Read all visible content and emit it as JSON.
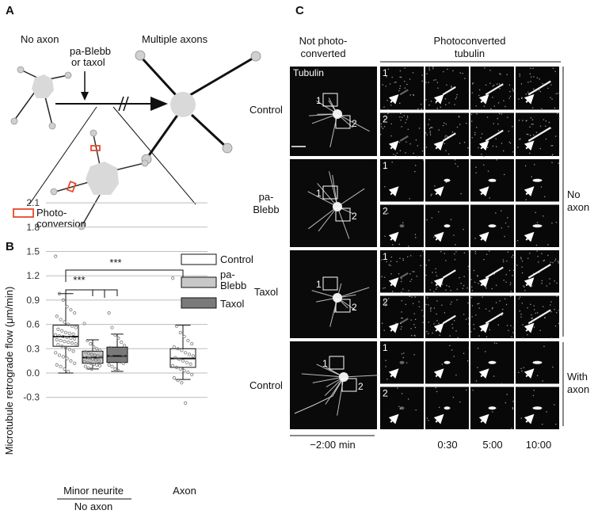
{
  "panel_a": {
    "letter": "A",
    "no_axon": "No axon",
    "multiple_axons": "Multiple axons",
    "treatment_line1": "pa-Blebb",
    "treatment_line2": "or taxol",
    "photo_line1": "Photo-",
    "photo_line2": "conversion",
    "colors": {
      "neuron": "#d9d9d9",
      "photoconversion": "#e8492a"
    }
  },
  "panel_b": {
    "letter": "B",
    "ylabel": "Microtubule retrograde flow (μm/min)",
    "yticks": [
      "2.1",
      "1.8",
      "1.5",
      "1.2",
      "0.9",
      "0.6",
      "0.3",
      "0.0",
      "-0.3"
    ],
    "sig1": "***",
    "sig2": "***",
    "legend": [
      {
        "line1": "Control",
        "line2": "",
        "color": "#ffffff"
      },
      {
        "line1": "pa-",
        "line2": "Blebb",
        "color": "#c8c8c8"
      },
      {
        "line1": "Taxol",
        "line2": "",
        "color": "#7a7a7a"
      }
    ],
    "xlabel_minor": "Minor neurite",
    "xlabel_no_axon": "No axon",
    "xlabel_axon": "Axon"
  },
  "chart_data": {
    "type": "box",
    "ylabel": "Microtubule retrograde flow (μm/min)",
    "ylim": [
      -0.4,
      2.2
    ],
    "yticks": [
      2.1,
      1.8,
      1.5,
      1.2,
      0.9,
      0.6,
      0.3,
      0.0,
      -0.3
    ],
    "grid": true,
    "legend_placement": "right",
    "groups": [
      {
        "name": "Control",
        "category": "Minor neurite",
        "color": "#ffffff",
        "whisker_low": 0.0,
        "q1": 0.33,
        "median": 0.45,
        "q3": 0.59,
        "whisker_high": 0.98,
        "points": [
          1.44,
          0.98,
          0.9,
          0.82,
          0.78,
          0.74,
          0.7,
          0.66,
          0.63,
          0.6,
          0.58,
          0.56,
          0.54,
          0.52,
          0.5,
          0.49,
          0.48,
          0.47,
          0.46,
          0.45,
          0.44,
          0.43,
          0.42,
          0.41,
          0.4,
          0.39,
          0.38,
          0.37,
          0.36,
          0.35,
          0.33,
          0.31,
          0.29,
          0.27,
          0.25,
          0.22,
          0.2,
          0.18,
          0.15,
          0.12,
          0.1,
          0.08,
          0.05,
          0.02
        ]
      },
      {
        "name": "pa-Blebb",
        "category": "Minor neurite",
        "color": "#c8c8c8",
        "whisker_low": 0.05,
        "q1": 0.12,
        "median": 0.19,
        "q3": 0.27,
        "whisker_high": 0.41,
        "points": [
          0.61,
          0.4,
          0.36,
          0.32,
          0.3,
          0.28,
          0.26,
          0.24,
          0.23,
          0.22,
          0.21,
          0.2,
          0.19,
          0.18,
          0.17,
          0.16,
          0.15,
          0.14,
          0.13,
          0.12,
          0.11,
          0.1,
          0.09,
          0.08,
          0.06,
          0.05
        ]
      },
      {
        "name": "Taxol",
        "category": "Minor neurite",
        "color": "#7a7a7a",
        "whisker_low": 0.02,
        "q1": 0.13,
        "median": 0.21,
        "q3": 0.32,
        "whisker_high": 0.48,
        "points": [
          0.74,
          0.56,
          0.47,
          0.43,
          0.38,
          0.34,
          0.31,
          0.29,
          0.27,
          0.25,
          0.23,
          0.21,
          0.2,
          0.18,
          0.16,
          0.14,
          0.12,
          0.1,
          0.08,
          0.05,
          0.03
        ]
      },
      {
        "name": "Control",
        "category": "Axon",
        "color": "#ffffff",
        "whisker_low": -0.08,
        "q1": 0.07,
        "median": 0.18,
        "q3": 0.3,
        "whisker_high": 0.59,
        "points": [
          1.17,
          0.58,
          0.5,
          0.45,
          0.4,
          0.36,
          0.32,
          0.3,
          0.28,
          0.25,
          0.23,
          0.21,
          0.19,
          0.17,
          0.15,
          0.13,
          0.11,
          0.09,
          0.07,
          0.05,
          0.03,
          0.01,
          -0.02,
          -0.06,
          -0.09,
          -0.12,
          -0.37
        ]
      }
    ],
    "comparisons": [
      {
        "label": "***",
        "between": [
          "Control minor neurite",
          "pa-Blebb / Taxol minor neurite"
        ]
      },
      {
        "label": "***",
        "between": [
          "Control minor neurite",
          "Control axon"
        ]
      }
    ]
  },
  "panel_c": {
    "letter": "C",
    "col_head_left_line1": "Not photo-",
    "col_head_left_line2": "converted",
    "col_head_right_line1": "Photoconverted",
    "col_head_right_line2": "tubulin",
    "tubulin_label": "Tubulin",
    "rows": [
      {
        "label_line1": "Control",
        "label_line2": ""
      },
      {
        "label_line1": "pa-",
        "label_line2": "Blebb"
      },
      {
        "label_line1": "Taxol",
        "label_line2": ""
      },
      {
        "label_line1": "Control",
        "label_line2": ""
      }
    ],
    "box_num_1": "1",
    "box_num_2": "2",
    "right_group_1_line1": "No",
    "right_group_1_line2": "axon",
    "right_group_2_line1": "With",
    "right_group_2_line2": "axon",
    "time_left": "−2:00  min",
    "times": [
      "0:30",
      "5:00",
      "10:00"
    ]
  }
}
